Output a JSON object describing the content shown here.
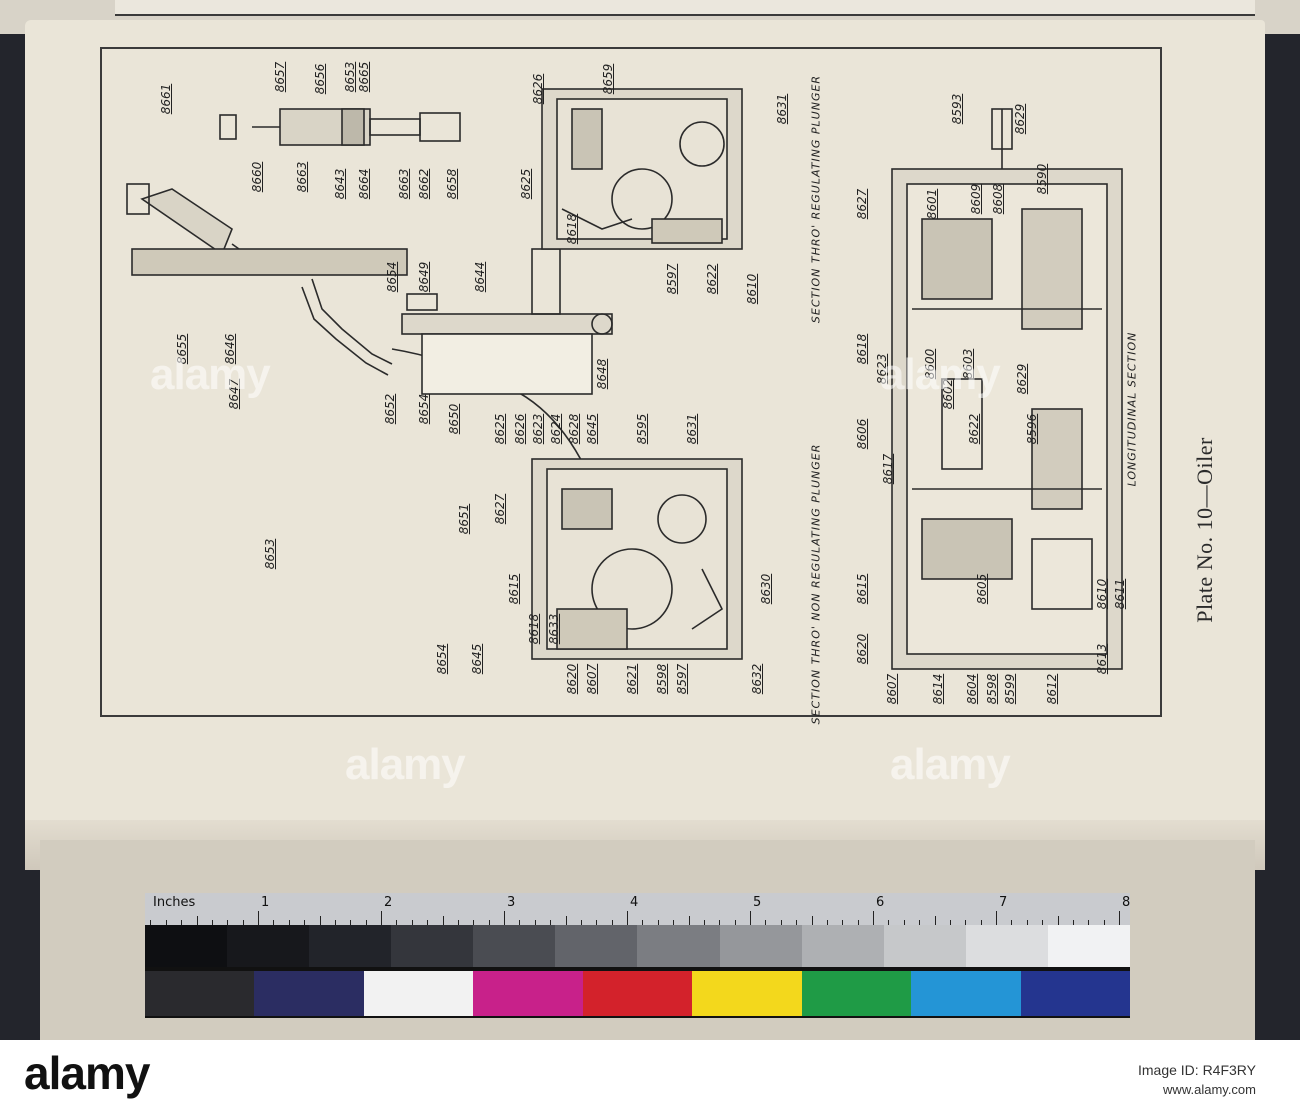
{
  "plate_title": "Plate No. 10—Oiler",
  "section_titles": {
    "regulating": "SECTION THRO' REGULATING PLUNGER",
    "non_regulating": "SECTION THRO' NON REGULATING PLUNGER",
    "longitudinal": "LONGITUDINAL SECTION"
  },
  "part_labels": {
    "gun": [
      "8661",
      "8657",
      "8656",
      "8653",
      "8665",
      "8660",
      "8643",
      "8663",
      "8664",
      "8663",
      "8662",
      "8658"
    ],
    "pipe": [
      "8655",
      "8646",
      "8647",
      "8654",
      "8649",
      "8644",
      "8652",
      "8654",
      "8650",
      "8648",
      "8653",
      "8651",
      "8654",
      "8645"
    ],
    "regulating": [
      "8626",
      "8659",
      "8625",
      "8618",
      "8597",
      "8622",
      "8610",
      "8631"
    ],
    "non_regulating": [
      "8625",
      "8626",
      "8623",
      "8624",
      "8628",
      "8645",
      "8627",
      "8595",
      "8631",
      "8615",
      "8618",
      "8633",
      "8630",
      "8620",
      "8607",
      "8621",
      "8598",
      "8597",
      "8632"
    ],
    "longitudinal": [
      "8627",
      "8601",
      "8593",
      "8609",
      "8608",
      "8629",
      "8590",
      "8618",
      "8623",
      "8600",
      "8602",
      "8603",
      "8606",
      "8622",
      "8629",
      "8596",
      "8617",
      "8615",
      "8620",
      "8607",
      "8605",
      "8610",
      "8611",
      "8614",
      "8604",
      "8598",
      "8599",
      "8612",
      "8613"
    ]
  },
  "target": {
    "ruler_unit": "Inches",
    "inch_marks": [
      "1",
      "2",
      "3",
      "4",
      "5",
      "6",
      "7",
      "8"
    ],
    "gray_patches": [
      "#0e0f12",
      "#17181c",
      "#22242a",
      "#34363c",
      "#4a4c52",
      "#62646a",
      "#7b7d82",
      "#95979b",
      "#aeb0b3",
      "#c6c8ca",
      "#dcdddf",
      "#f1f2f3"
    ],
    "color_patches": [
      "#2a2a2e",
      "#2b2d62",
      "#f2f2f2",
      "#c8218a",
      "#d3222b",
      "#f3d81c",
      "#1f9b46",
      "#2495d6",
      "#24358f"
    ]
  },
  "watermark": {
    "logo": "alamy",
    "image_id": "Image ID: R4F3RY",
    "url": "www.alamy.com"
  }
}
